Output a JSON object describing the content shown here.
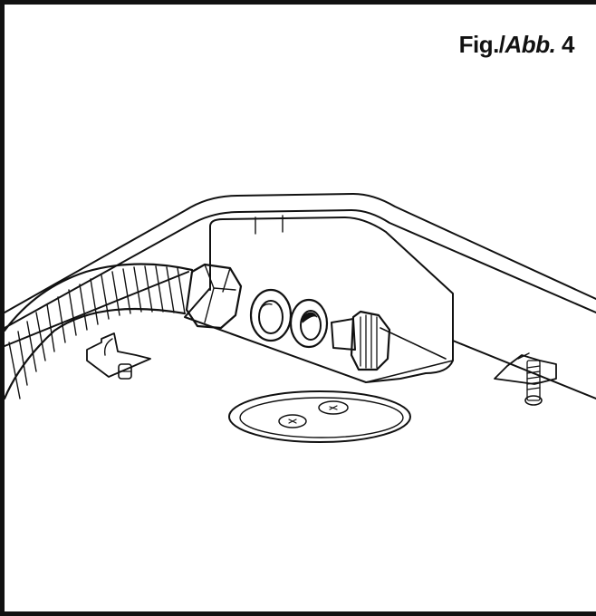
{
  "figure": {
    "label_prefix": "Fig./",
    "label_italic": "Abb.",
    "number": "4"
  },
  "colors": {
    "line": "#111111",
    "background": "#ffffff"
  }
}
